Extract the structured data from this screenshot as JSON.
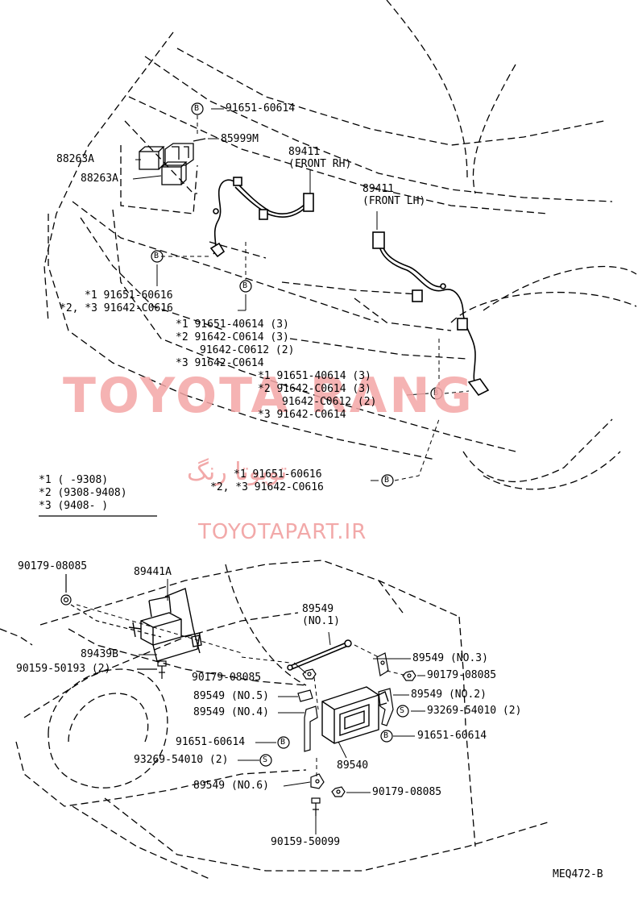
{
  "labels": {
    "p91651_60614_top": "91651-60614",
    "p85999M": "85999M",
    "p88263A_1": "88263A",
    "p88263A_2": "88263A",
    "p89411_rh": "89411",
    "p89411_rh_sub": "(FRONT RH)",
    "p89411_lh": "89411",
    "p89411_lh_sub": "(FRONT LH)",
    "groupA_1": "*1  91651-60616",
    "groupA_2": "*2, *3  91642-C0616",
    "groupB_1": "*1  91651-40614 (3)",
    "groupB_2": "*2  91642-C0614 (3)",
    "groupB_3": "91642-C0612 (2)",
    "groupB_4": "*3  91642-C0614",
    "groupC_1": "*1  91651-40614 (3)",
    "groupC_2": "*2  91642-C0614 (3)",
    "groupC_3": "91642-C0612 (2)",
    "groupC_4": "*3  91642-C0614",
    "groupD_1": "*1  91651-60616",
    "groupD_2": "*2, *3  91642-C0616",
    "legend_1": "*1  (      -9308)",
    "legend_2": "*2  (9308-9408)",
    "legend_3": "*3  (9408-      )",
    "p90179_08085_a": "90179-08085",
    "p89441A": "89441A",
    "p89439B": "89439B",
    "p90159_50193": "90159-50193 (2)",
    "p90179_08085_b": "90179-08085",
    "p89549_no5": "89549 (NO.5)",
    "p89549_no4": "89549 (NO.4)",
    "p91651_60614_c": "91651-60614",
    "p93269_54010_a": "93269-54010 (2)",
    "p89549_no6": "89549 (NO.6)",
    "p90159_50099": "90159-50099",
    "p89549_no1": "89549",
    "p89549_no1_sub": "(NO.1)",
    "p89549_no3": "89549 (NO.3)",
    "p90179_08085_c": "90179-08085",
    "p89549_no2": "89549 (NO.2)",
    "p93269_54010_b": "93269-54010 (2)",
    "p91651_60614_d": "91651-60614",
    "p89540": "89540",
    "p90179_08085_d": "90179-08085",
    "code": "MEQ472-B",
    "circle_b": "B",
    "circle_s": "S"
  },
  "watermark": {
    "main": "TOYOTA  RANG",
    "site": "TOYOTAPART.IR",
    "persian": "تویوتا رنگ",
    "color": "#f4a6a6"
  }
}
